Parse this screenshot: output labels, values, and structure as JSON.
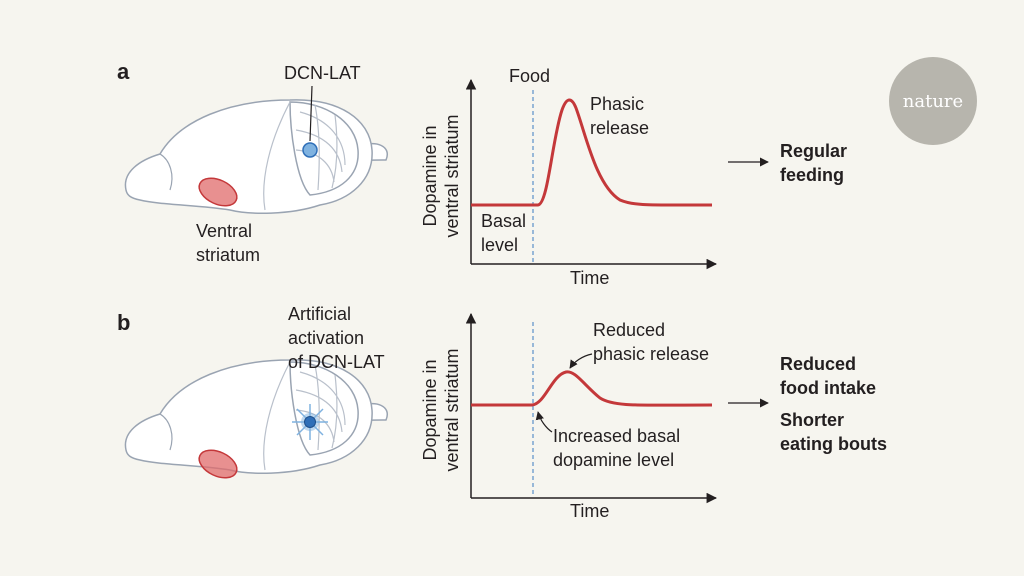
{
  "panel_a": {
    "letter": "a",
    "region_label": "DCN-LAT",
    "striatum_label": "Ventral\nstriatum",
    "food_label": "Food",
    "peak_label": "Phasic\nrelease",
    "basal_label": "Basal\nlevel",
    "y_axis": "Dopamine in\nventral striatum",
    "x_axis": "Time",
    "outcome": "Regular\nfeeding"
  },
  "panel_b": {
    "letter": "b",
    "activation_label": "Artificial\nactivation\nof DCN-LAT",
    "peak_label": "Reduced\nphasic release",
    "basal_label": "Increased basal\ndopamine level",
    "y_axis": "Dopamine in\nventral striatum",
    "x_axis": "Time",
    "outcome_1": "Reduced\nfood intake",
    "outcome_2": "Shorter\neating bouts"
  },
  "logo": {
    "text": "nature"
  },
  "colors": {
    "curve": "#c4383a",
    "striatum": "#e06b6b",
    "dcn_lat": "#7fb2e0",
    "dcn_lat_active": "#2f6fb8",
    "dashed_line": "#5b8fc8",
    "logo_bg": "#b7b5ad"
  }
}
